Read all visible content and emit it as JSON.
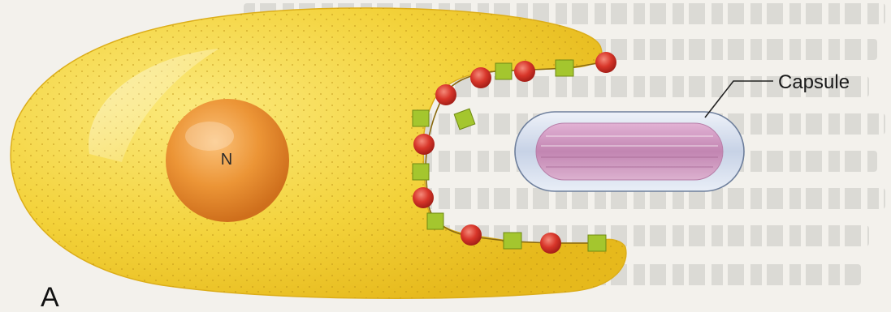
{
  "labels": {
    "capsule": "Capsule",
    "nucleus": "N",
    "panel": "A"
  },
  "colors": {
    "cytoplasm": "#f3d23a",
    "cytoplasm_edge": "#e0b21a",
    "nucleus": "#e8892a",
    "receptor_round": "#d8362a",
    "receptor_square": "#9fc42a",
    "capsule_outer": "#c9d4e8",
    "capsule_inner": "#c486b4",
    "background": "#f3f1ec"
  },
  "icons": {
    "round_receptor": "red-circle-receptor",
    "square_receptor": "green-square-receptor"
  }
}
